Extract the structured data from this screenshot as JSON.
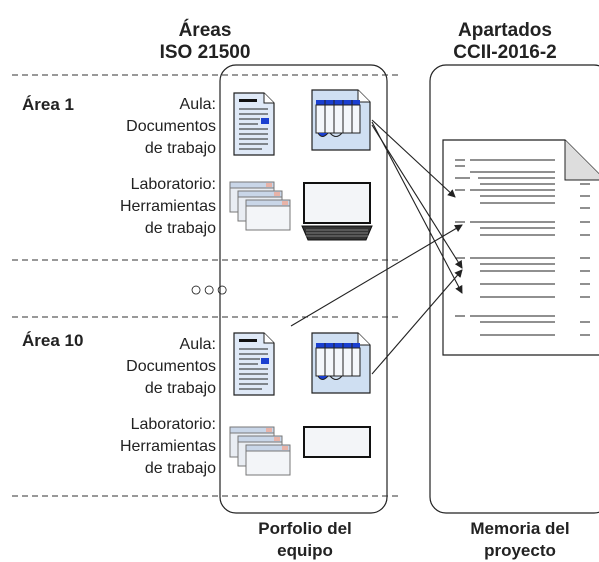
{
  "columns": {
    "left_title": "Áreas\nISO 21500",
    "right_title": "Apartados\nCCII-2016-2"
  },
  "areas": [
    {
      "name": "Área 1",
      "aula_label": "Aula:\nDocumentos\nde trabajo",
      "lab_label": "Laboratorio:\nHerramientas\nde trabajo"
    },
    {
      "name": "Área 10",
      "aula_label": "Aula:\nDocumentos\nde trabajo",
      "lab_label": "Laboratorio:\nHerramientas\nde trabajo"
    }
  ],
  "ellipsis": "○○○",
  "captions": {
    "portfolio": "Porfolio del\nequipo",
    "memoria": "Memoria del\nproyecto"
  },
  "icons": [
    "document-icon",
    "spreadsheet-icon",
    "windows-icon",
    "laptop-icon"
  ]
}
